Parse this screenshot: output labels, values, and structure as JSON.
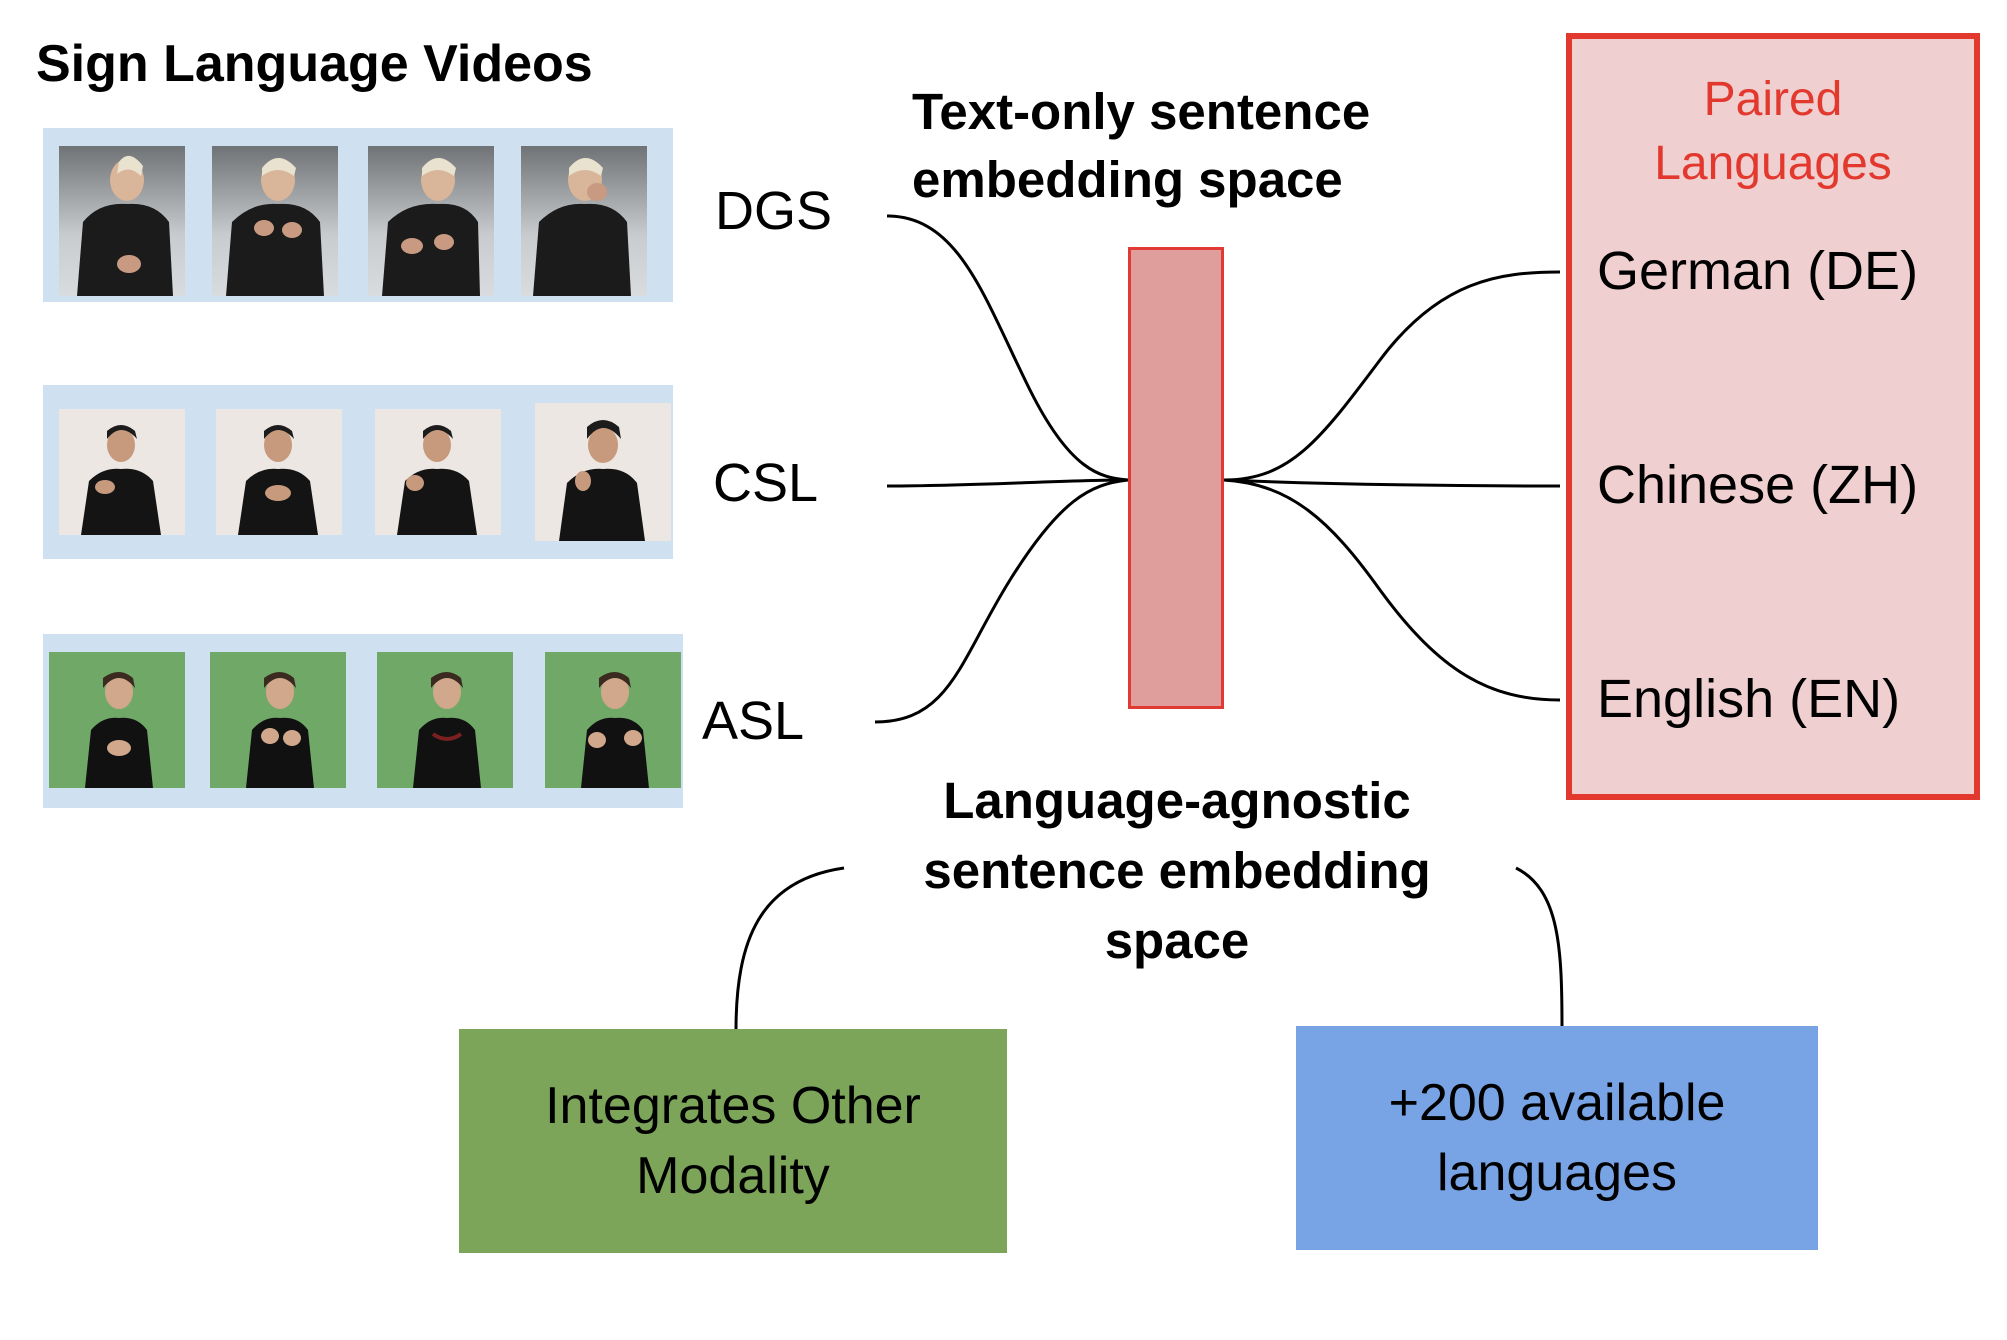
{
  "section_title": "Sign Language Videos",
  "sign_languages": [
    {
      "label": "DGS"
    },
    {
      "label": "CSL"
    },
    {
      "label": "ASL"
    }
  ],
  "embedding_title_lines": [
    "Text-only sentence",
    "embedding space"
  ],
  "paired": {
    "title_lines": [
      "Paired",
      "Languages"
    ],
    "languages": [
      "German (DE)",
      "Chinese (ZH)",
      "English (EN)"
    ],
    "accent_color": "#e2382e"
  },
  "agnostic_title_lines": [
    "Language-agnostic",
    "sentence embedding",
    "space"
  ],
  "green_box": {
    "text": "Integrates  Other\nModality",
    "color": "#7ca55a"
  },
  "blue_box": {
    "text": "+200 available\nlanguages",
    "color": "#78a3e4"
  },
  "embedding_bar_color": "#df9e9c"
}
